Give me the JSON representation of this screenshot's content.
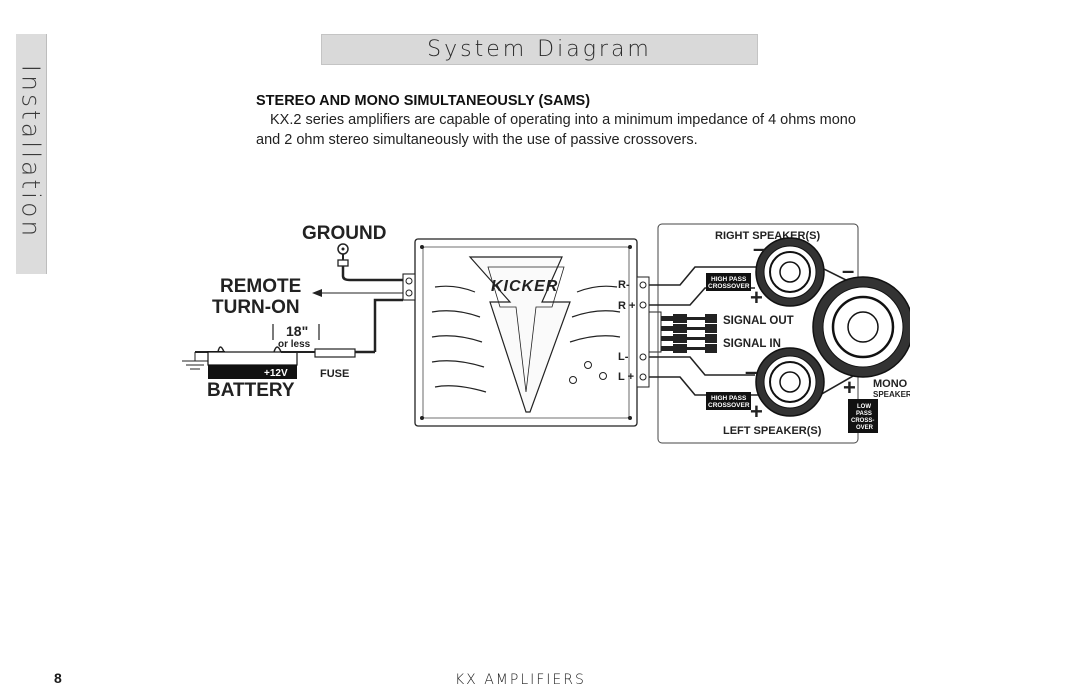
{
  "sidebar": {
    "section_label": "Installation"
  },
  "header": {
    "title": "System Diagram"
  },
  "content": {
    "heading": "STEREO AND MONO SIMULTANEOUSLY (SAMS)",
    "paragraph": "KX.2 series amplifiers are capable of operating into a minimum impedance of 4 ohms mono and 2 ohm stereo simultaneously with the use of passive crossovers."
  },
  "diagram": {
    "ground": "GROUND",
    "remote_line1": "REMOTE",
    "remote_line2": "TURN-ON",
    "distance": "18\"",
    "distance_sub": "or less",
    "battery_voltage": "+12V",
    "fuse": "FUSE",
    "battery": "BATTERY",
    "brand": "KICKER",
    "term_r_minus": "R-",
    "term_r_plus": "R +",
    "term_l_minus": "L-",
    "term_l_plus": "L +",
    "right_speakers": "RIGHT SPEAKER(S)",
    "left_speakers": "LEFT SPEAKER(S)",
    "hp_line1": "HIGH PASS",
    "hp_line2": "CROSSOVER",
    "signal_out": "SIGNAL OUT",
    "signal_in": "SIGNAL IN",
    "mono": "MONO",
    "mono_speaker": "SPEAKER",
    "lp_line1": "LOW",
    "lp_line2": "PASS",
    "lp_line3": "CROSS-",
    "lp_line4": "OVER",
    "minus": "–",
    "plus": "+"
  },
  "footer": {
    "page_number": "8",
    "product": "KX AMPLIFIERS"
  }
}
